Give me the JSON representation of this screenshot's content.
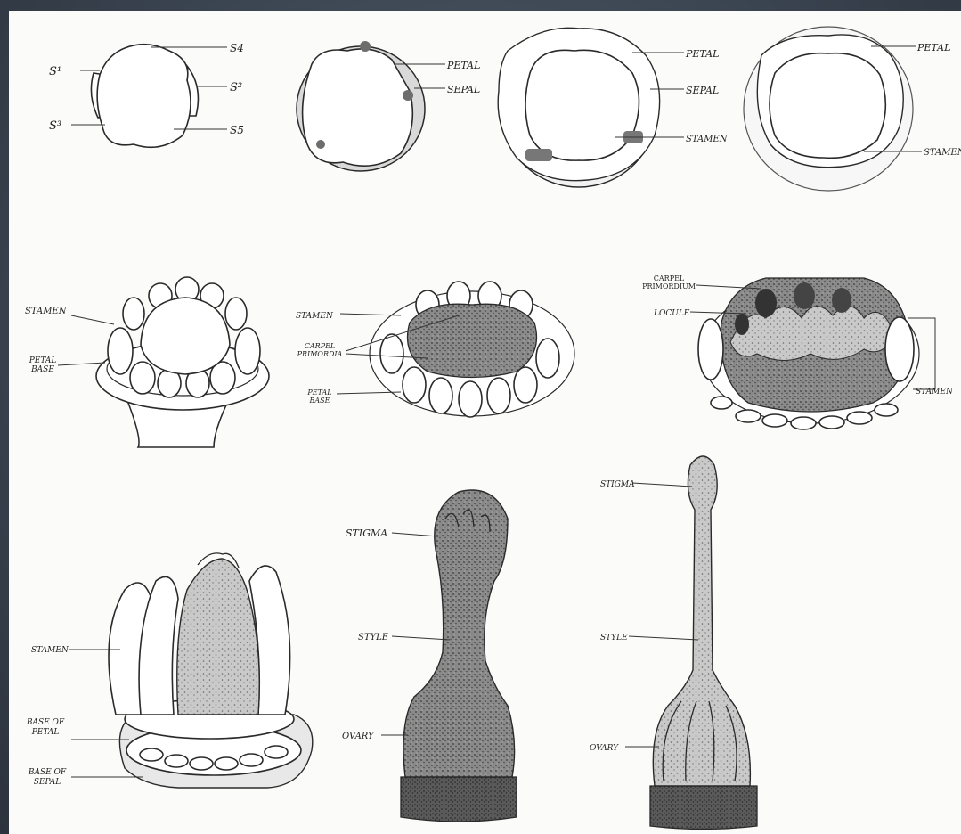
{
  "labels": {
    "s1": "S¹",
    "s2": "S²",
    "s3": "S³",
    "s4": "S4",
    "s5": "S5",
    "petal": "PETAL",
    "sepal": "SEPAL",
    "stamen": "STAMEN",
    "petal_base": "PETAL BASE",
    "carpel_primordia": "CARPEL PRIMORDIA",
    "carpel_primordium": "CARPEL PRIMORDIUM",
    "locule": "LOCULE",
    "base_of_petal": "BASE OF PETAL",
    "base_of_sepal": "BASE OF SEPAL",
    "stigma": "STIGMA",
    "style": "STYLE",
    "ovary": "OVARY"
  }
}
